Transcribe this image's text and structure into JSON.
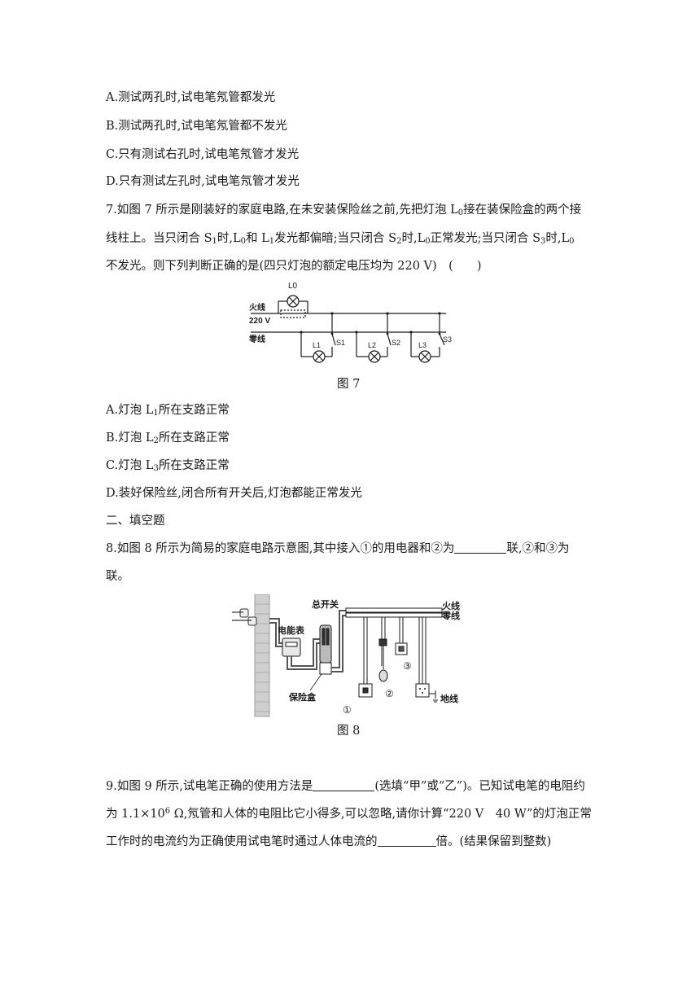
{
  "q6_options": {
    "A": "A.测试两孔时,试电笔氖管都发光",
    "B": "B.测试两孔时,试电笔氖管都不发光",
    "C": "C.只有测试右孔时,试电笔氖管才发光",
    "D": "D.只有测试左孔时,试电笔氖管才发光"
  },
  "q7": {
    "l1_a": "7.如图 7 所示是刚装好的家庭电路,在未安装保险丝之前,先把灯泡 L",
    "l1_sub": "0",
    "l1_b": "接在装保险盒的两个接",
    "l2_a": "线柱上。当只闭合 S",
    "l2_s1": "1",
    "l2_b": "时,L",
    "l2_s2": "0",
    "l2_c": "和 L",
    "l2_s3": "1",
    "l2_d": "发光都偏暗;当只闭合 S",
    "l2_s4": "2",
    "l2_e": "时,L",
    "l2_s5": "0",
    "l2_f": "正常发光;当只闭合 S",
    "l2_s6": "3",
    "l2_g": "时,L",
    "l2_s7": "0",
    "l3": "不发光。则下列判断正确的是(四只灯泡的额定电压均为 220 V)　(　　)",
    "figure": {
      "label_l0": "L0",
      "live": "火线",
      "voltage": "220 V",
      "neutral": "零线",
      "l1": "L1",
      "l2": "L2",
      "l3": "L3",
      "s1": "S1",
      "s2": "S2",
      "s3": "S3"
    },
    "caption": "图 7",
    "optA_a": "A.灯泡 L",
    "optA_s": "1",
    "optA_b": "所在支路正常",
    "optB_a": "B.灯泡 L",
    "optB_s": "2",
    "optB_b": "所在支路正常",
    "optC_a": "C.灯泡 L",
    "optC_s": "3",
    "optC_b": "所在支路正常",
    "optD": "D.装好保险丝,闭合所有开关后,灯泡都能正常发光"
  },
  "section2": "二、填空题",
  "q8": {
    "l1_a": "8.如图 8 所示为简易的家庭电路示意图,其中接入①的用电器和②为",
    "l1_b": "联,②和③为",
    "l2": "联。",
    "figure": {
      "main_switch": "总开关",
      "meter": "电能表",
      "fuse_box": "保险盒",
      "live": "火线",
      "neutral": "零线",
      "ground": "地线",
      "n1": "①",
      "n2": "②",
      "n3": "③"
    },
    "caption": "图 8"
  },
  "q9": {
    "l1_a": "9.如图 9 所示,试电笔正确的使用方法是",
    "l1_b": "(选填“甲”或“乙”)。已知试电笔的电阻约",
    "l2_a": "为 1.1×10",
    "l2_sup": "6",
    "l2_b": " Ω,氖管和人体的电阻比它小得多,可以忽略,请你计算“220 V　40 W”的灯泡正常",
    "l3_a": "工作时的电流约为正确使用试电笔时通过人体电流的",
    "l3_b": "倍。(结果保留到整数)"
  }
}
